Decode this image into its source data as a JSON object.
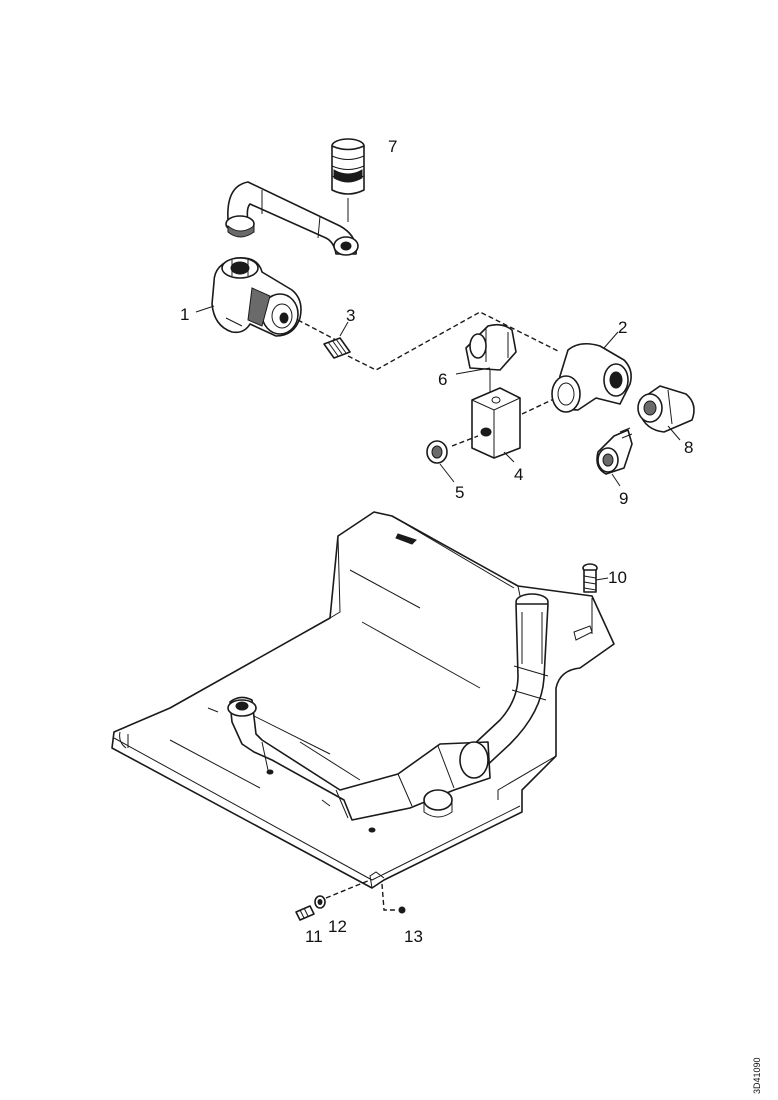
{
  "callouts": [
    {
      "id": "1",
      "label": "1"
    },
    {
      "id": "2",
      "label": "2"
    },
    {
      "id": "3",
      "label": "3"
    },
    {
      "id": "4",
      "label": "4"
    },
    {
      "id": "5",
      "label": "5"
    },
    {
      "id": "6",
      "label": "6"
    },
    {
      "id": "7",
      "label": "7"
    },
    {
      "id": "8",
      "label": "8"
    },
    {
      "id": "9",
      "label": "9"
    },
    {
      "id": "10",
      "label": "10"
    },
    {
      "id": "11",
      "label": "11"
    },
    {
      "id": "12",
      "label": "12"
    },
    {
      "id": "13",
      "label": "13"
    }
  ],
  "document_id": "3D41090"
}
